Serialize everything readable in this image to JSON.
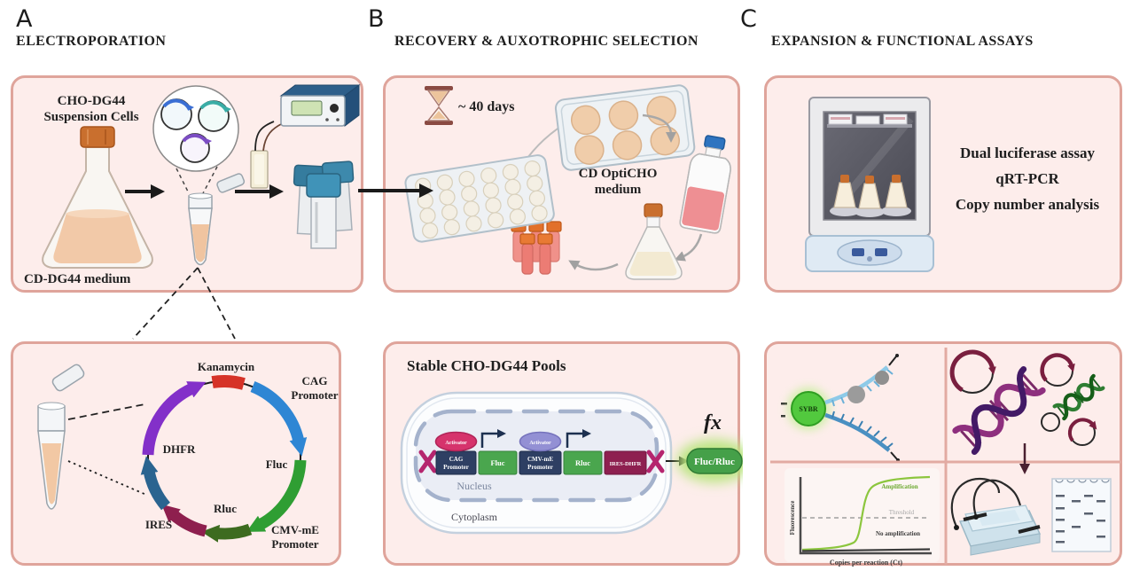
{
  "panels": {
    "a": {
      "letter": "A",
      "title": "ELECTROPORATION",
      "cells_line1": "CHO-DG44",
      "cells_line2": "Suspension Cells",
      "medium": "CD-DG44 medium",
      "plasmid": {
        "kanamycin": "Kanamycin",
        "cag1": "CAG",
        "cag2": "Promoter",
        "fluc": "Fluc",
        "cmv1": "CMV-mE",
        "cmv2": "Promoter",
        "rluc": "Rluc",
        "ires": "IRES",
        "dhfr": "DHFR"
      }
    },
    "b": {
      "letter": "B",
      "title": "RECOVERY & AUXOTROPHIC SELECTION",
      "duration": "~ 40 days",
      "medium1": "CD OptiCHO",
      "medium2": "medium",
      "pools": {
        "title": "Stable CHO-DG44 Pools",
        "activator1": "Activator",
        "cag1": "CAG",
        "cag2": "Promoter",
        "fluc": "Fluc",
        "activator2": "Activator",
        "cmv1": "CMV-mE",
        "cmv2": "Promoter",
        "rluc": "Rluc",
        "ires_dhfr": "IRES-DHFR",
        "nucleus": "Nucleus",
        "cytoplasm": "Cytoplasm",
        "fx": "fx",
        "output": "Fluc/Rluc"
      }
    },
    "c": {
      "letter": "C",
      "title": "EXPANSION & FUNCTIONAL ASSAYS",
      "assays": [
        "Dual luciferase assay",
        "qRT-PCR",
        "Copy number analysis"
      ],
      "sybr": "SYBR",
      "qpcr": {
        "ylabel": "Fluorescence",
        "amplification": "Amplification",
        "threshold": "Threshold",
        "no_amplification": "No amplification",
        "xlabel": "Copies per reaction (Ct)"
      }
    }
  },
  "colors": {
    "panel_fill": "#fdedeb",
    "panel_border": "#dfa49b",
    "kanamycin": "#d63328",
    "cag_promoter_arrow": "#2e86d4",
    "fluc_arrow": "#2f9e33",
    "cmv_promoter_arrow": "#3d6b1f",
    "rluc_arrow": "#8e1f4e",
    "ires_arrow": "#2a6490",
    "dhfr_arrow": "#8330c9",
    "construct_promoter_block": "#2e3f63",
    "construct_gene_block": "#4aa64e",
    "construct_ires_dhfr_block": "#8e2050",
    "activator_oval_1": "#d6336c",
    "activator_oval_2": "#9390d4",
    "recombination_x": "#b5256e",
    "luciferase_glow": "#b9e57f"
  }
}
